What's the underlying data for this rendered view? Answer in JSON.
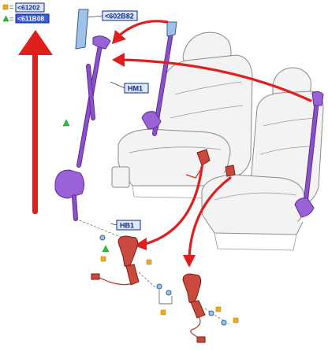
{
  "legend": [
    {
      "symbol": "square-marker",
      "text": "<61202"
    },
    {
      "symbol": "triangle-marker",
      "text": "<611B08"
    }
  ],
  "legend_eq": "=",
  "callouts": {
    "top": "<602B82",
    "mid": "HM1",
    "low": "HB1"
  },
  "colors": {
    "arrow": "#e01e1e",
    "belt": "#9a62d6",
    "buckle": "#c94a3d",
    "marker_square": "#f2a81d",
    "marker_triangle": "#2fbf3a",
    "label_text": "#0a2a8a"
  }
}
